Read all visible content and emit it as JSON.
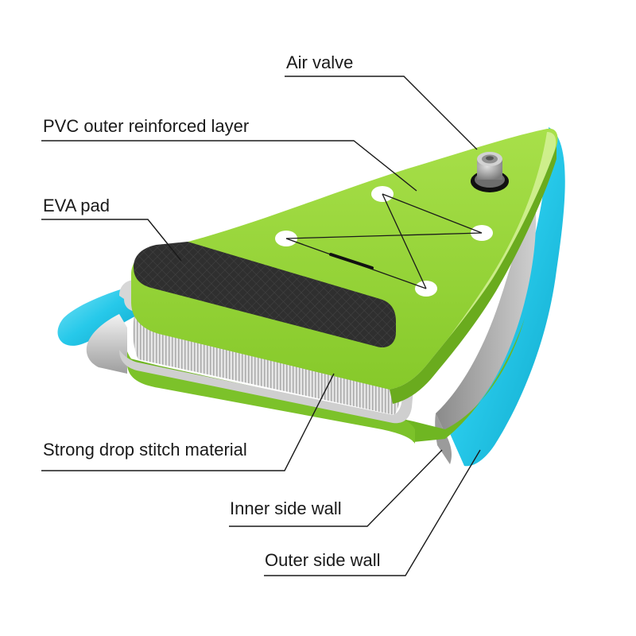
{
  "labels": {
    "air_valve": "Air valve",
    "pvc_layer": "PVC outer reinforced layer",
    "eva_pad": "EVA pad",
    "drop_stitch": "Strong drop stitch material",
    "inner_wall": "Inner side wall",
    "outer_wall": "Outer side wall"
  },
  "colors": {
    "board_green": "#8ccf2e",
    "board_green_light": "#a8e04a",
    "board_green_dark": "#5f9a14",
    "outer_wall_cyan": "#27c9ea",
    "inner_wall_grey": "#c9c9c9",
    "eva_pad": "#2b2b2b",
    "stitch_grey": "#bdbdbd",
    "valve_grey": "#9a9a9a",
    "leader_line": "#1a1a1a"
  },
  "icons": {
    "valve": "air-valve-icon",
    "dots": "board-dot-icon"
  }
}
